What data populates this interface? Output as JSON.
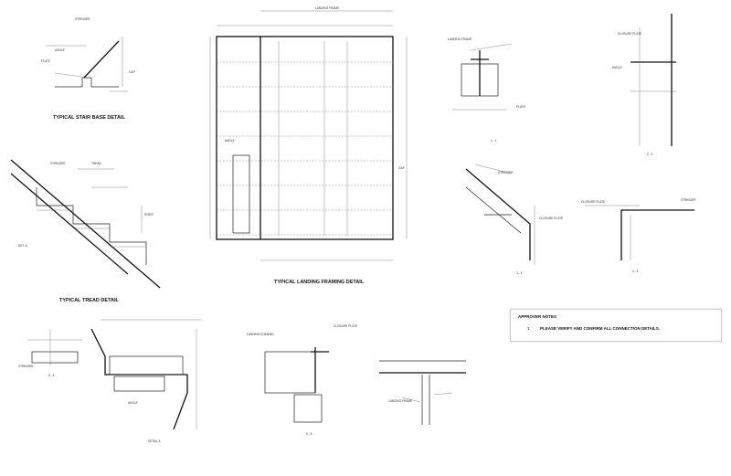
{
  "titles": {
    "stair_base": "TYPICAL STAIR BASE DETAIL",
    "tread": "TYPICAL TREAD DETAIL",
    "landing": "TYPICAL LANDING FRAMING DETAIL",
    "detail_a": "DETAIL A"
  },
  "labels": {
    "stringer": "STRINGER",
    "tread": "TREAD",
    "riser": "RISER",
    "gap": "GAP",
    "angle": "ANGLE",
    "plate": "PLATE",
    "landing_frame": "LANDING FRAME",
    "closure_plate": "CLOSURE PLATE",
    "channel": "LANDING CHANNEL",
    "det_a": "DET. A"
  },
  "sections": [
    "1 - 1",
    "2 - 2",
    "3 - 3",
    "4 - 4",
    "5 - 5",
    "6 - 6"
  ],
  "notes": {
    "heading": "APPROVER NOTES",
    "items": [
      {
        "num": "1",
        "text": "PLEASE VERIFY AND CONFIRM ALL CONNECTION DETAILS."
      }
    ]
  }
}
